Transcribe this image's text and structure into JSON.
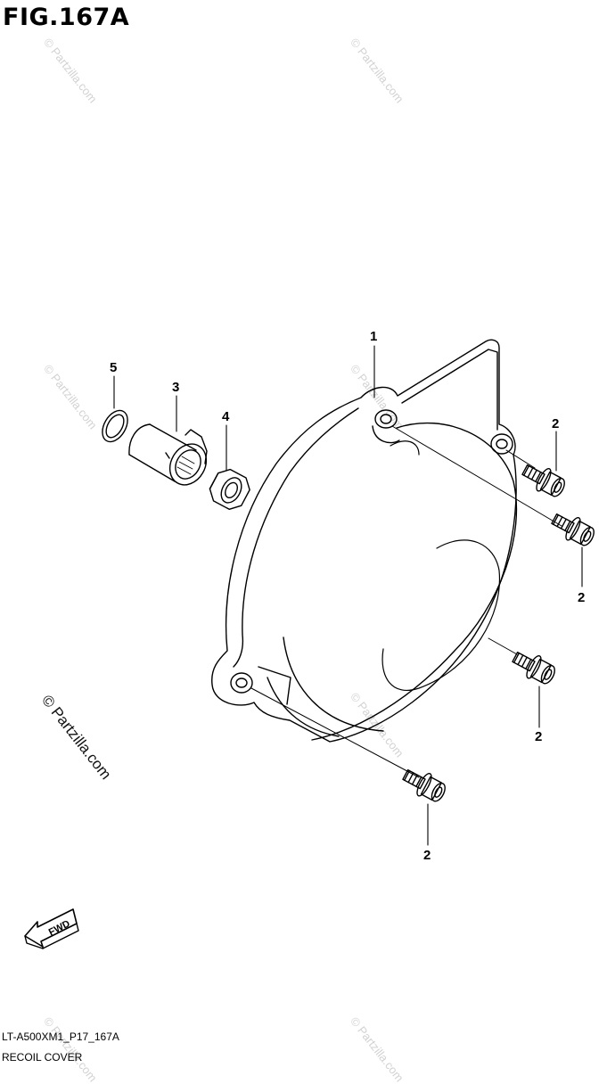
{
  "figure": {
    "title": "FIG.167A"
  },
  "callouts": {
    "c1": "1",
    "c2a": "2",
    "c2b": "2",
    "c2c": "2",
    "c2d": "2",
    "c3": "3",
    "c4": "4",
    "c5": "5"
  },
  "fwd_label": "FWD",
  "watermark": "© Partzilla.com",
  "footer": {
    "code": "LT-A500XM1_P17_167A",
    "name": "RECOIL COVER"
  }
}
